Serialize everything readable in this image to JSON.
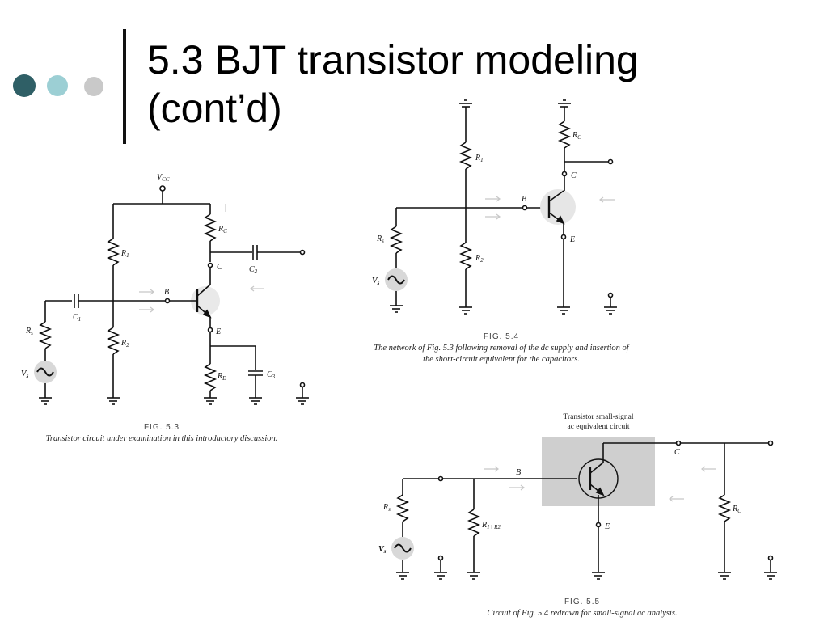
{
  "slide": {
    "title_line1": "5.3 BJT transistor modeling",
    "title_line2": "(cont’d)",
    "dot_colors": [
      "#2f5f66",
      "#9ccfd4",
      "#c9c9c9"
    ]
  },
  "fig53": {
    "number": "FIG. 5.3",
    "caption": "Transistor circuit under examination in this introductory discussion.",
    "labels": {
      "vcc": "V",
      "vcc_sub": "CC",
      "rc": "R",
      "rc_sub": "C",
      "r1": "R",
      "r1_sub": "1",
      "r2": "R",
      "r2_sub": "2",
      "re": "R",
      "re_sub": "E",
      "c1": "C",
      "c1_sub": "1",
      "c2": "C",
      "c2_sub": "2",
      "c3": "C",
      "c3_sub": "3",
      "rs": "R",
      "rs_sub": "s",
      "vs": "V",
      "vs_sub": "s",
      "b": "B",
      "c": "C",
      "e": "E"
    }
  },
  "fig54": {
    "number": "FIG. 5.4",
    "caption": "The network of Fig. 5.3 following removal of the dc supply and insertion of the short-circuit equivalent for the capacitors.",
    "labels": {
      "rc": "R",
      "rc_sub": "C",
      "r1": "R",
      "r1_sub": "1",
      "r2": "R",
      "r2_sub": "2",
      "rs": "R",
      "rs_sub": "s",
      "vs": "V",
      "vs_sub": "s",
      "b": "B",
      "c": "C",
      "e": "E"
    }
  },
  "fig55": {
    "number": "FIG. 5.5",
    "caption": "Circuit of Fig. 5.4 redrawn for small-signal ac analysis.",
    "box_title1": "Transistor small-signal",
    "box_title2": "ac equivalent circuit",
    "labels": {
      "rs": "R",
      "rs_sub": "s",
      "vs": "V",
      "vs_sub": "s",
      "r12": "R",
      "r12_mid": "1 ‖ R",
      "r12_sub": "2",
      "rc": "R",
      "rc_sub": "C",
      "b": "B",
      "c": "C",
      "e": "E"
    }
  },
  "colors": {
    "wire": "#111111",
    "box": "#cfcfcf",
    "source_halo": "#d8d8d8"
  }
}
